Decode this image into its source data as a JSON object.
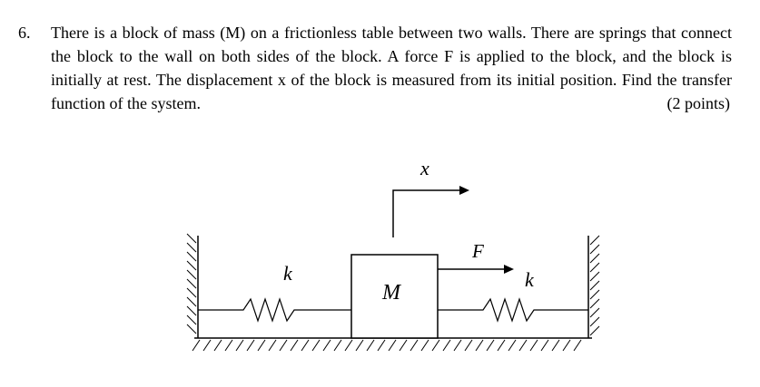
{
  "problem": {
    "number": "6.",
    "text": "There is a block of mass (M) on a frictionless table between two walls. There are springs that connect the block to the wall on both sides of the block. A force F is applied to the block, and the block is initially at rest. The displacement x of the block is measured from its initial position. Find the transfer function of the system.",
    "points": "(2 points)"
  },
  "figure": {
    "mass_label": "M",
    "left_spring_label": "k",
    "right_spring_label": "k",
    "force_label": "F",
    "displacement_label": "x"
  }
}
